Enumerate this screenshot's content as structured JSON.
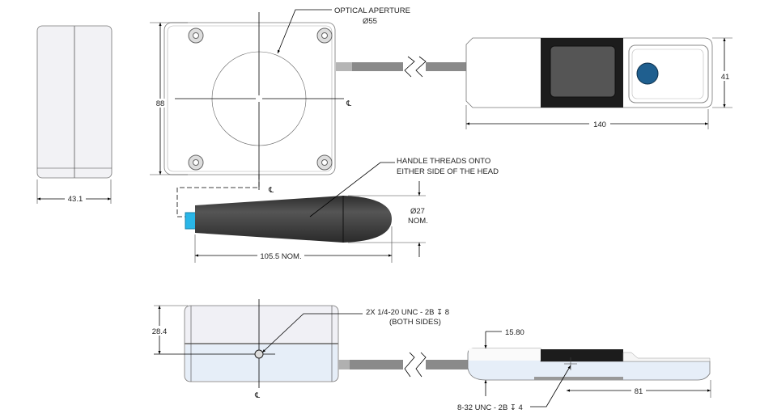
{
  "colors": {
    "handle": "#3a3a3a",
    "connector": "#29b6e8",
    "button": "#1f5f8f",
    "cable": "#8a8a8a",
    "body": "#f3f3f6",
    "body_blue": "#e6eef8",
    "dark_block": "#1c1c1c"
  },
  "side_view": {
    "width_dim": "43.1"
  },
  "top_view": {
    "height_dim": "88",
    "aperture_label": "OPTICAL APERTURE",
    "aperture_dim": "Ø55",
    "centerline": "℄"
  },
  "device_top": {
    "height_dim": "41",
    "length_dim": "140"
  },
  "handle": {
    "note_line1": "HANDLE THREADS ONTO",
    "note_line2": "EITHER SIDE OF THE HEAD",
    "dia_dim": "Ø27",
    "dia_nom": "NOM.",
    "length_dim": "105.5 NOM.",
    "centerline": "℄"
  },
  "front_view": {
    "height_dim": "28.4",
    "thread_note": "2X  1/4-20 UNC - 2B ↧ 8",
    "thread_sub": "(BOTH SIDES)",
    "centerline": "℄"
  },
  "device_side": {
    "thickness_dim": "15.80",
    "offset_dim": "81",
    "thread_note": "8-32 UNC - 2B ↧ 4"
  }
}
